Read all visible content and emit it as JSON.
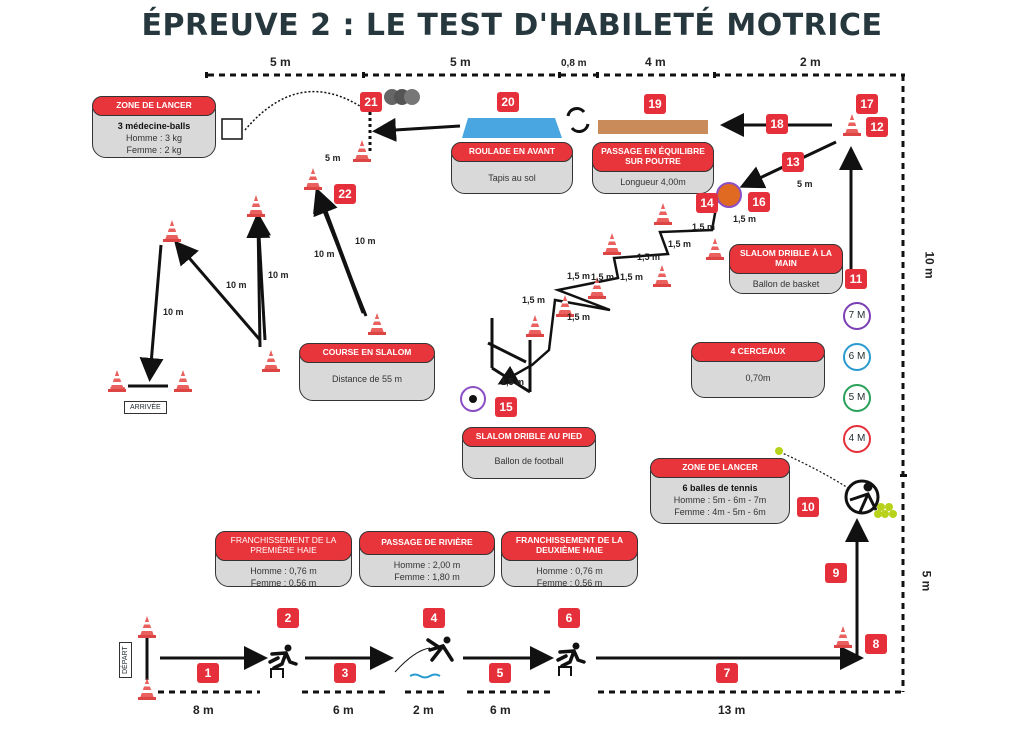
{
  "title": "ÉPREUVE 2 : LE TEST D'HABILETÉ MOTRICE",
  "top_dims": {
    "d1": "5 m",
    "d2": "5 m",
    "d3": "0,8 m",
    "d4": "4 m",
    "d5": "2 m"
  },
  "right_dims": {
    "d1": "10 m",
    "d2": "5 m"
  },
  "bottom_dims": {
    "d1": "8 m",
    "d2": "6 m",
    "d3": "2 m",
    "d4": "6 m",
    "d5": "13 m"
  },
  "stations": {
    "lancer_medecine": {
      "title": "ZONE DE LANCER",
      "line1": "3 médecine-balls",
      "line2": "Homme : 3 kg",
      "line3": "Femme : 2 kg"
    },
    "roulade": {
      "title": "ROULADE EN AVANT",
      "line1": "Tapis au sol"
    },
    "poutre": {
      "title": "PASSAGE EN ÉQUILIBRE SUR POUTRE",
      "line1": "Longueur 4,00m"
    },
    "slalom_main": {
      "title": "SLALOM DRIBLE À LA MAIN",
      "line1": "Ballon de basket"
    },
    "course_slalom": {
      "title": "COURSE EN SLALOM",
      "line1": "Distance de 55 m"
    },
    "cerceaux": {
      "title": "4 CERCEAUX",
      "line1": "0,70m"
    },
    "slalom_pied": {
      "title": "SLALOM DRIBLE AU PIED",
      "line1": "Ballon de football"
    },
    "lancer_tennis": {
      "title": "ZONE DE LANCER",
      "line1": "6 balles de tennis",
      "line2": "Homme : 5m - 6m - 7m",
      "line3": "Femme : 4m - 5m - 6m"
    },
    "haie1": {
      "title": "FRANCHISSEMENT DE LA PREMIÈRE HAIE",
      "line1": "Homme : 0,76 m",
      "line2": "Femme : 0,56 m"
    },
    "riviere": {
      "title": "PASSAGE DE RIVIÈRE",
      "line1": "Homme : 2,00 m",
      "line2": "Femme : 1,80 m"
    },
    "haie2": {
      "title": "FRANCHISSEMENT DE LA DEUXIÈME HAIE",
      "line1": "Homme : 0,76 m",
      "line2": "Femme : 0,56 m"
    }
  },
  "cerceaux_labels": {
    "c1": "7 M",
    "c2": "6 M",
    "c3": "5 M",
    "c4": "4 M"
  },
  "cerceaux_colors": {
    "c1": "#7b3fb5",
    "c2": "#2a9bd0",
    "c3": "#2aa05a",
    "c4": "#e5303b"
  },
  "numbers": {
    "n1": "1",
    "n2": "2",
    "n3": "3",
    "n4": "4",
    "n5": "5",
    "n6": "6",
    "n7": "7",
    "n8": "8",
    "n9": "9",
    "n10": "10",
    "n11": "11",
    "n12": "12",
    "n13": "13",
    "n14": "14",
    "n15": "15",
    "n16": "16",
    "n17": "17",
    "n18": "18",
    "n19": "19",
    "n20": "20",
    "n21": "21",
    "n22": "22"
  },
  "segment_labels": {
    "s5m_a": "5 m",
    "s10m_a": "10 m",
    "s10m_b": "10 m",
    "s10m_c": "10 m",
    "s10m_d": "10 m",
    "s5m_b": "5 m",
    "s15a": "1,5 m",
    "s15b": "1,5 m",
    "s15c": "1,5 m",
    "s15d": "1,5 m",
    "s15e": "1,5 m",
    "s15f": "1,5 m",
    "s15g": "1,5 m",
    "s15h": "1,5 m",
    "s15i": "1,5 m",
    "s15j": "1,5 m"
  },
  "arrivee": "ARRIVÉE",
  "depart": "DÉPART",
  "colors": {
    "accent": "#e5303b",
    "card": "#d9d9d9",
    "title": "#26383d"
  }
}
